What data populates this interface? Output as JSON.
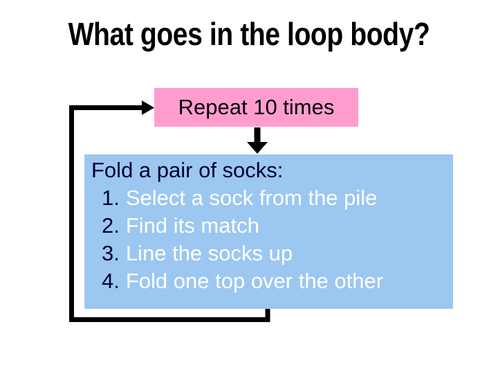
{
  "slide": {
    "title": "What goes in the loop body?"
  },
  "flowchart": {
    "loop_header": {
      "label": "Repeat 10 times"
    },
    "loop_body": {
      "heading": "Fold a pair of socks:",
      "steps": [
        {
          "number": "1.",
          "text": "Select a sock from the pile"
        },
        {
          "number": "2.",
          "text": "Find its match"
        },
        {
          "number": "3.",
          "text": "Line the socks up"
        },
        {
          "number": "4.",
          "text": "Fold one top over the other"
        }
      ]
    }
  },
  "colors": {
    "background": "#ffffff",
    "title_text": "#000000",
    "loop_header_bg": "#ff9ece",
    "loop_header_text": "#000000",
    "loop_body_bg": "#9cc7f0",
    "heading_text": "#000033",
    "step_text": "#ffffff",
    "connector": "#000000"
  }
}
